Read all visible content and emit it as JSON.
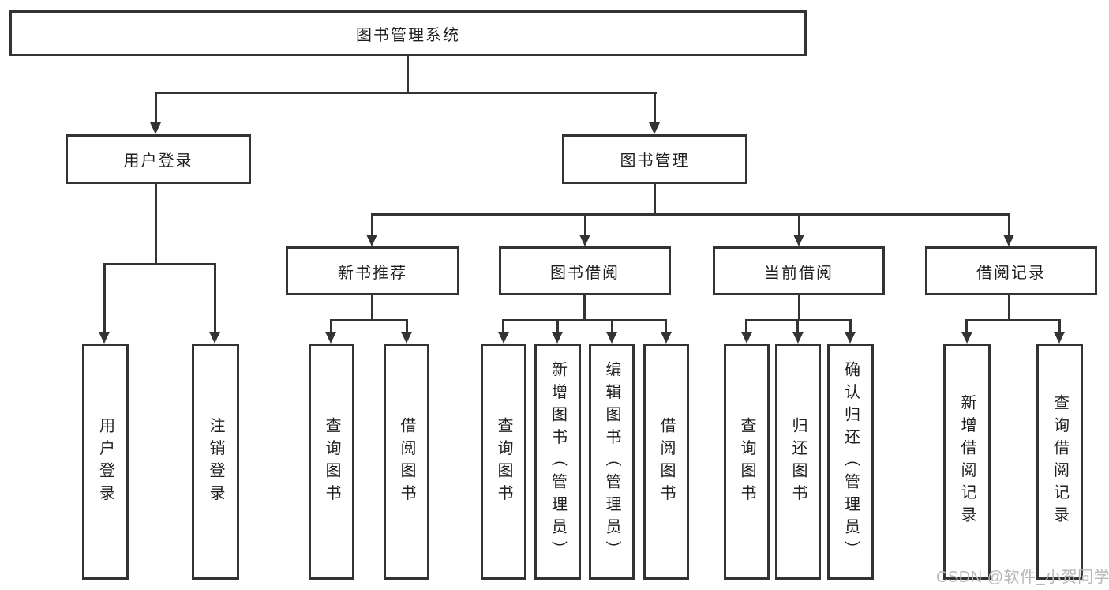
{
  "diagram_title": "图书管理系统",
  "tree": {
    "root": "图书管理系统",
    "branches": [
      {
        "label": "用户登录",
        "children": [
          "用户登录",
          "注销登录"
        ]
      },
      {
        "label": "图书管理",
        "sections": [
          {
            "label": "新书推荐",
            "children": [
              "查询图书",
              "借阅图书"
            ]
          },
          {
            "label": "图书借阅",
            "children": [
              "查询图书",
              "新增图书（管理员）",
              "编辑图书（管理员）",
              "借阅图书"
            ]
          },
          {
            "label": "当前借阅",
            "children": [
              "查询图书",
              "归还图书",
              "确认归还（管理员）"
            ]
          },
          {
            "label": "借阅记录",
            "children": [
              "新增借阅记录",
              "查询借阅记录"
            ]
          }
        ]
      }
    ]
  },
  "watermark": "CSDN @软件_小贺同学",
  "colors": {
    "line": "#333333",
    "box_border": "#333333",
    "text": "#1f1f1f",
    "background": "#ffffff",
    "watermark": "#b8b8b8"
  }
}
